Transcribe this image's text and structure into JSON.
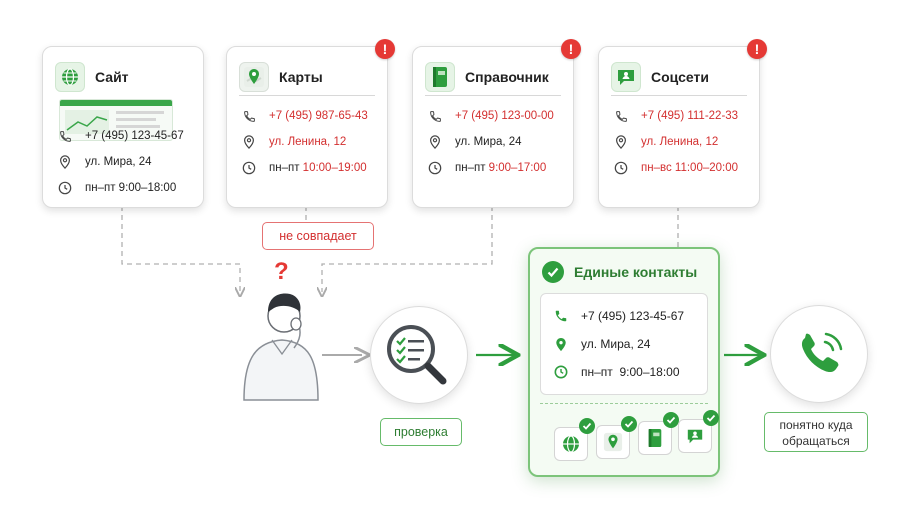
{
  "sources": [
    {
      "title": "Сайт",
      "icon": "globe-icon",
      "mismatch": false,
      "phone": "+7 (495) 123-45-67",
      "phone_mismatch": false,
      "address": "ул. Мира, 24",
      "address_mismatch": false,
      "hours_days": "пн–пт",
      "hours_time": "9:00–18:00",
      "hours_mismatch": false
    },
    {
      "title": "Карты",
      "icon": "map-pin-icon",
      "mismatch": true,
      "phone": "+7 (495) 987-65-43",
      "phone_mismatch": true,
      "address": "ул. Ленина, 12",
      "address_mismatch": true,
      "hours_days": "пн–пт",
      "hours_time": "10:00–19:00",
      "hours_mismatch": true
    },
    {
      "title": "Справочник",
      "icon": "book-icon",
      "mismatch": true,
      "phone": "+7 (495) 123-00-00",
      "phone_mismatch": true,
      "address": "ул. Мира, 24",
      "address_mismatch": false,
      "hours_days": "пн–пт",
      "hours_time": "9:00–17:00",
      "hours_mismatch": true
    },
    {
      "title": "Соцсети",
      "icon": "social-chat-icon",
      "mismatch": true,
      "phone": "+7 (495) 111-22-33",
      "phone_mismatch": true,
      "address": "ул. Ленина, 12",
      "address_mismatch": true,
      "hours_days": "пн–вс",
      "hours_time": "11:00–20:00",
      "hours_mismatch": true
    }
  ],
  "alert_mark": "!",
  "question_mark": "?",
  "mismatch_label": "не совпадает",
  "check_label": "проверка",
  "unified": {
    "title": "Единые контакты",
    "phone": "+7 (495) 123-45-67",
    "address": "ул. Мира, 24",
    "hours": "пн–пт  9:00–18:00",
    "channel_icons": [
      "globe-icon",
      "map-pin-icon",
      "book-icon",
      "social-chat-icon"
    ]
  },
  "result_label_line1": "понятно куда",
  "result_label_line2": "обращаться",
  "colors": {
    "accent_green": "#2e9e3e",
    "alert_red": "#d32f2f",
    "dashed_gray": "#b0b0b0"
  }
}
